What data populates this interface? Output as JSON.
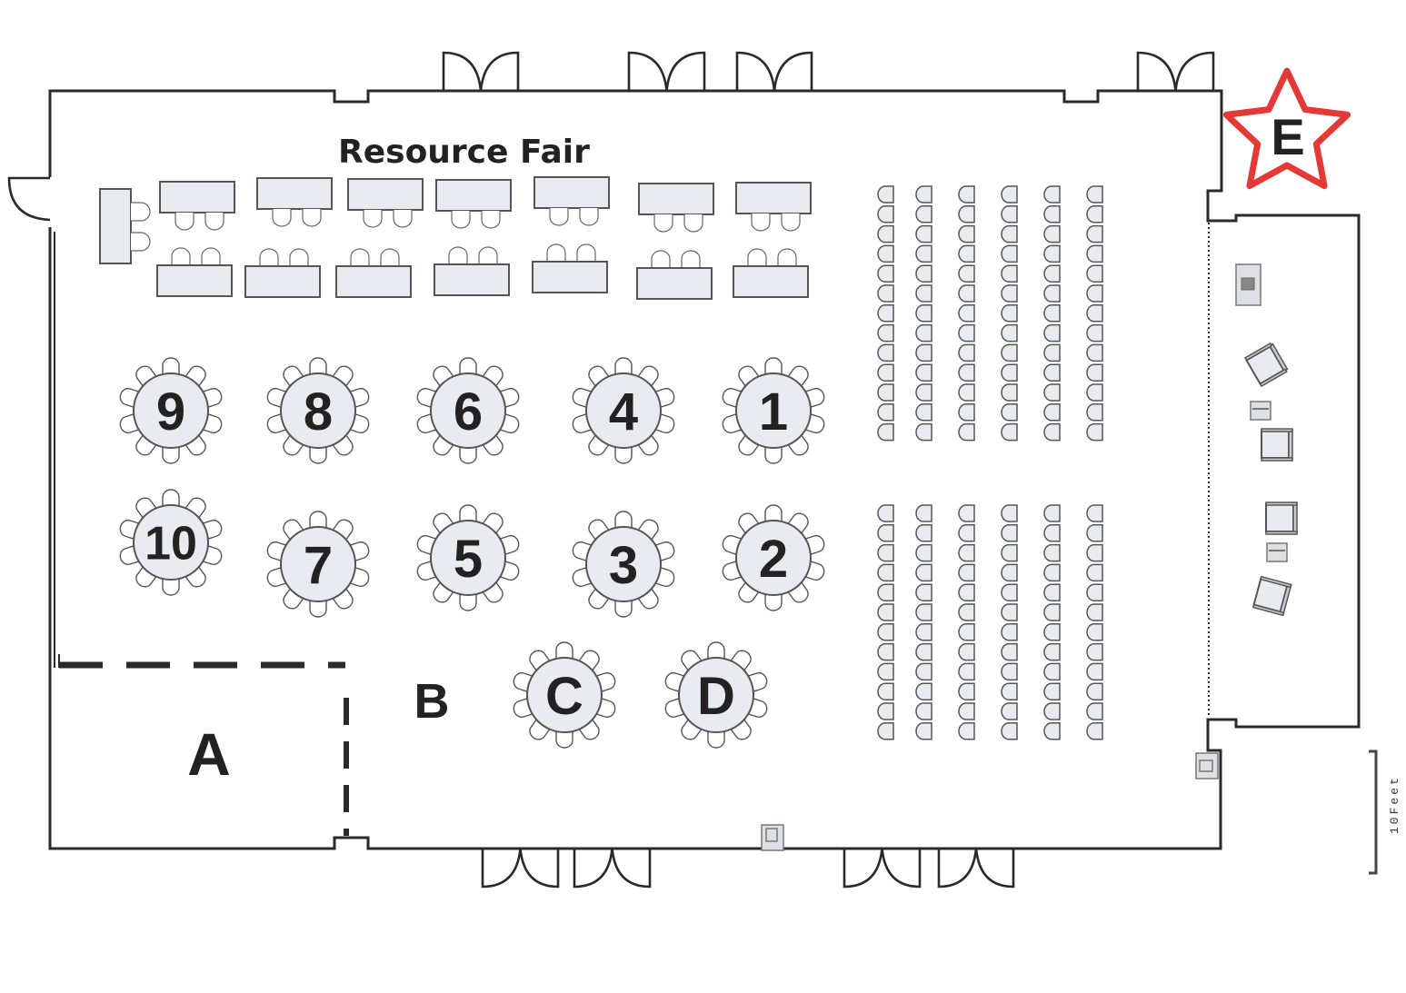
{
  "title": "Resource Fair",
  "areas": {
    "A": "A",
    "B": "B",
    "E": "E"
  },
  "accent_color": "#e53935",
  "resource_fair": {
    "side_table_count": 1,
    "top_row_table_count": 7,
    "bottom_row_table_count": 7,
    "chairs_per_table": 2
  },
  "round_tables": {
    "chairs_per_table": 10,
    "labels": [
      "9",
      "8",
      "6",
      "4",
      "1",
      "10",
      "7",
      "5",
      "3",
      "2",
      "C",
      "D"
    ]
  },
  "theater_seating": {
    "columns": 6,
    "upper_block_rows": 13,
    "lower_block_rows": 12
  },
  "stage_area": {
    "items": [
      "podium",
      "armchair",
      "side-table",
      "armchair",
      "armchair",
      "side-table",
      "armchair"
    ]
  },
  "scale_bar": {
    "label": "10Feet"
  }
}
